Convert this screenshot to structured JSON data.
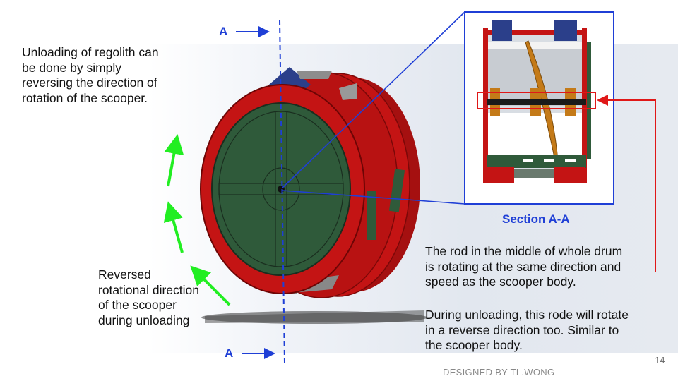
{
  "section_label": "Section A-A",
  "marker_top": "A",
  "marker_bottom": "A",
  "intro_lines": [
    "Unloading of regolith can",
    "be done by simply",
    "reversing the direction of",
    "rotation of the scooper."
  ],
  "reversed_lines": [
    "Reversed",
    "rotational direction",
    "of the scooper",
    "during unloading"
  ],
  "rod_lines": [
    "The rod in the middle of whole drum",
    "is rotating at the same direction and",
    "speed as the scooper body."
  ],
  "unload_lines": [
    "During unloading, this rode will rotate",
    "in a reverse direction too. Similar to",
    "the scooper body."
  ],
  "footer": "DESIGNED BY TL.WONG",
  "page_number": "14",
  "colors": {
    "drum_red": "#c41414",
    "drum_green": "#2f5a3a",
    "section_blue": "#1f3fd6",
    "arrow_green": "#22ee22",
    "callout_red": "#e01818"
  }
}
